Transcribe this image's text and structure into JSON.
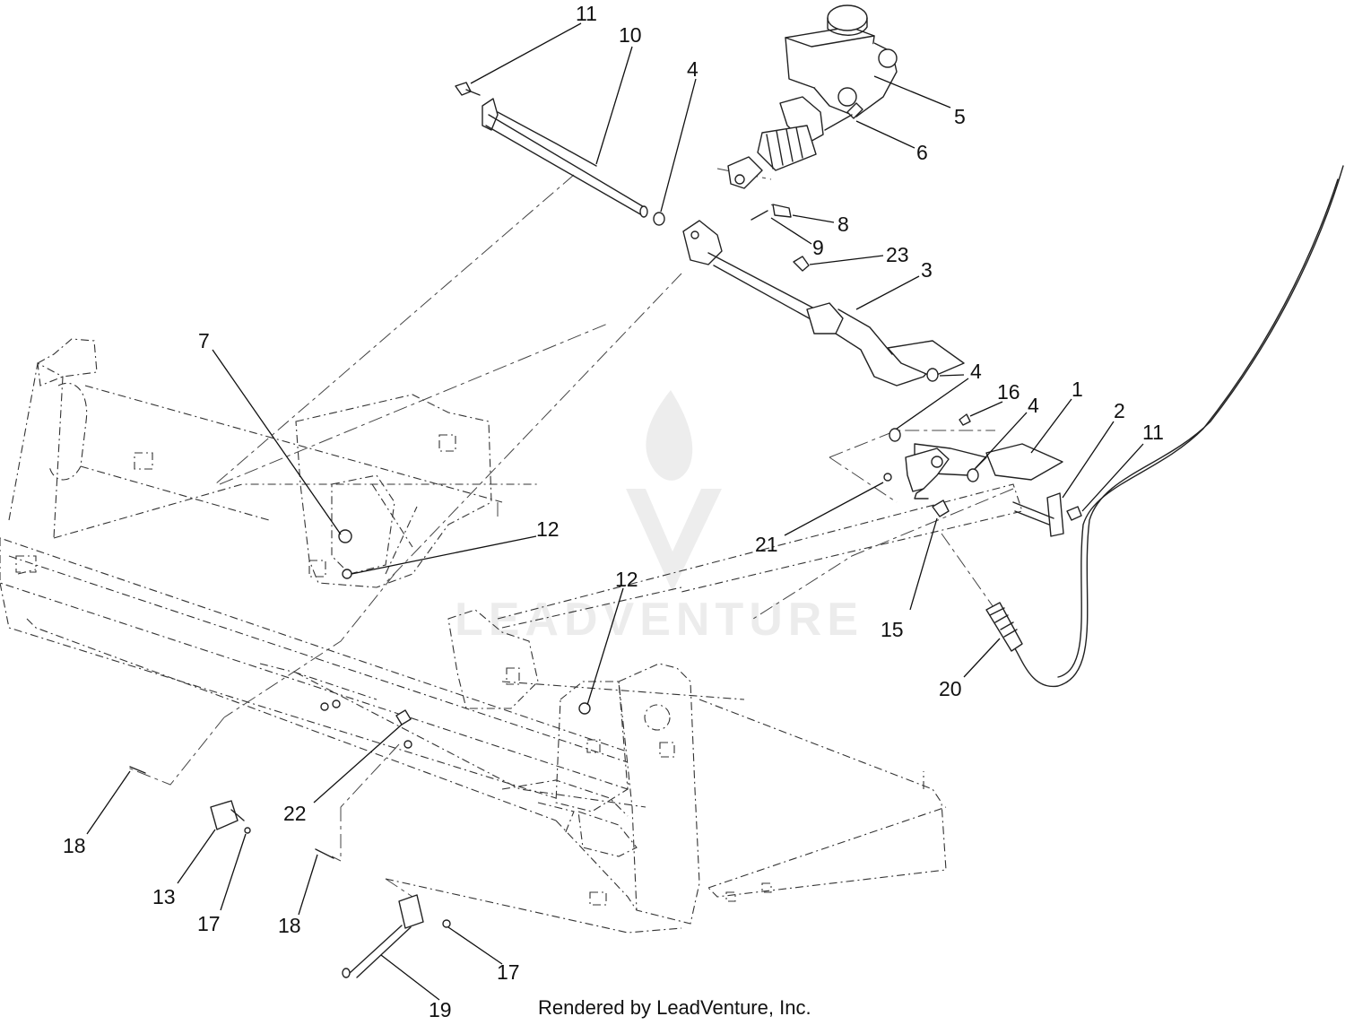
{
  "watermark": "LEADVENTURE",
  "footer": "Rendered by LeadVenture, Inc.",
  "callouts": [
    {
      "label": "11"
    },
    {
      "label": "10"
    },
    {
      "label": "4"
    },
    {
      "label": "5"
    },
    {
      "label": "6"
    },
    {
      "label": "8"
    },
    {
      "label": "9"
    },
    {
      "label": "23"
    },
    {
      "label": "3"
    },
    {
      "label": "7"
    },
    {
      "label": "4"
    },
    {
      "label": "16"
    },
    {
      "label": "4"
    },
    {
      "label": "1"
    },
    {
      "label": "2"
    },
    {
      "label": "11"
    },
    {
      "label": "12"
    },
    {
      "label": "21"
    },
    {
      "label": "15"
    },
    {
      "label": "12"
    },
    {
      "label": "20"
    },
    {
      "label": "22"
    },
    {
      "label": "18"
    },
    {
      "label": "13"
    },
    {
      "label": "17"
    },
    {
      "label": "18"
    },
    {
      "label": "17"
    },
    {
      "label": "19"
    }
  ]
}
